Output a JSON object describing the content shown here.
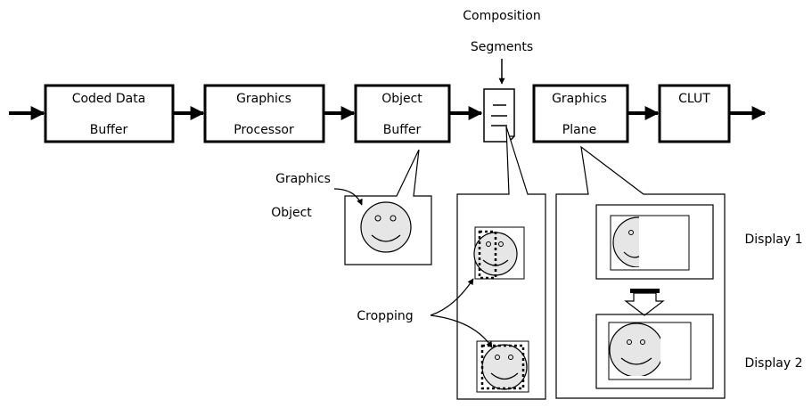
{
  "blocks": {
    "coded_data_buffer": [
      "Coded Data",
      "Buffer"
    ],
    "graphics_processor": [
      "Graphics",
      "Processor"
    ],
    "object_buffer": [
      "Object",
      "Buffer"
    ],
    "graphics_plane": [
      "Graphics",
      "Plane"
    ],
    "clut": "CLUT"
  },
  "composition_segments": [
    "Composition",
    "Segments"
  ],
  "graphics_object": [
    "Graphics",
    "Object"
  ],
  "cropping": "Cropping",
  "displays": [
    "Display 1",
    "Display 2"
  ]
}
